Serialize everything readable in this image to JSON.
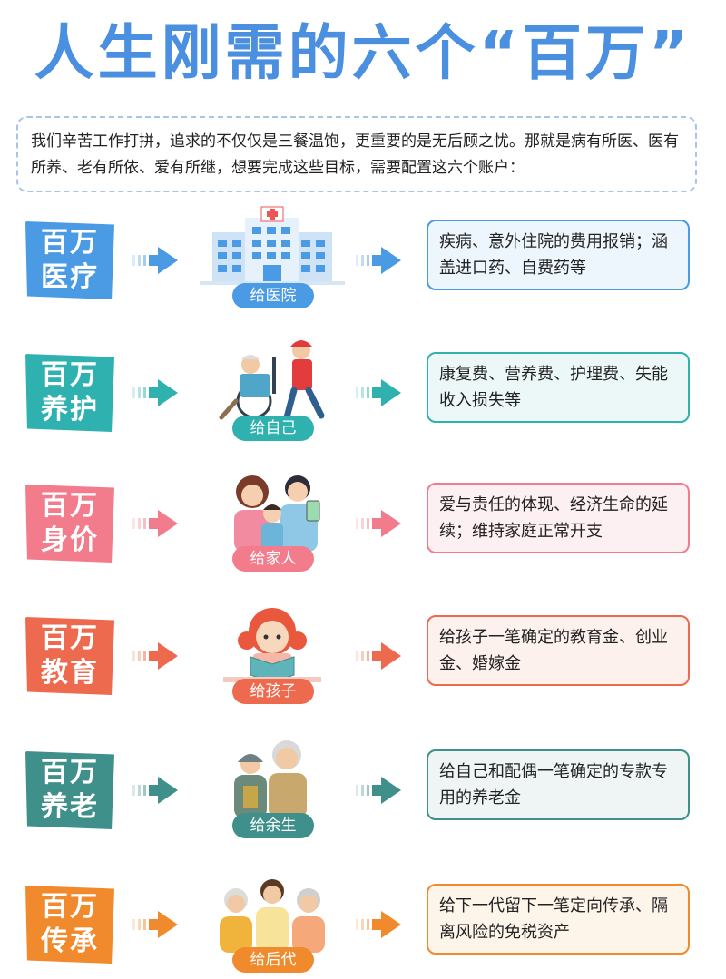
{
  "title": "人生刚需的六个“百万”",
  "intro": "我们辛苦工作打拼，追求的不仅仅是三餐温饱，更重要的是无后顾之忧。那就是病有所医、医有所养、老有所依、爱有所继，想要完成这些目标，需要配置这六个账户：",
  "items": [
    {
      "label_line1": "百万",
      "label_line2": "医疗",
      "caption": "给医院",
      "desc": "疾病、意外住院的费用报销；涵盖进口药、自费药等",
      "color": "#4a9be3",
      "desc_bg": "#eef6fd",
      "icon": "hospital-icon"
    },
    {
      "label_line1": "百万",
      "label_line2": "养护",
      "caption": "给自己",
      "desc": "康复费、营养费、护理费、失能收入损失等",
      "color": "#2fb1b0",
      "desc_bg": "#ecf8f7",
      "icon": "wheelchair-caregiver-icon"
    },
    {
      "label_line1": "百万",
      "label_line2": "身价",
      "caption": "给家人",
      "desc": "爱与责任的体现、经济生命的延续；维持家庭正常开支",
      "color": "#f27c8c",
      "desc_bg": "#fdf0f2",
      "icon": "family-icon"
    },
    {
      "label_line1": "百万",
      "label_line2": "教育",
      "caption": "给孩子",
      "desc": "给孩子一笔确定的教育金、创业金、婚嫁金",
      "color": "#ee6a4e",
      "desc_bg": "#fdf1ee",
      "icon": "child-reading-icon"
    },
    {
      "label_line1": "百万",
      "label_line2": "养老",
      "caption": "给余生",
      "desc": "给自己和配偶一笔确定的专款专用的养老金",
      "color": "#3f8f8a",
      "desc_bg": "#eef5f4",
      "icon": "elderly-couple-icon"
    },
    {
      "label_line1": "百万",
      "label_line2": "传承",
      "caption": "给后代",
      "desc": "给下一代留下一笔定向传承、隔离风险的免税资产",
      "color": "#f08a2c",
      "desc_bg": "#fdf4ea",
      "icon": "three-generations-icon"
    }
  ]
}
